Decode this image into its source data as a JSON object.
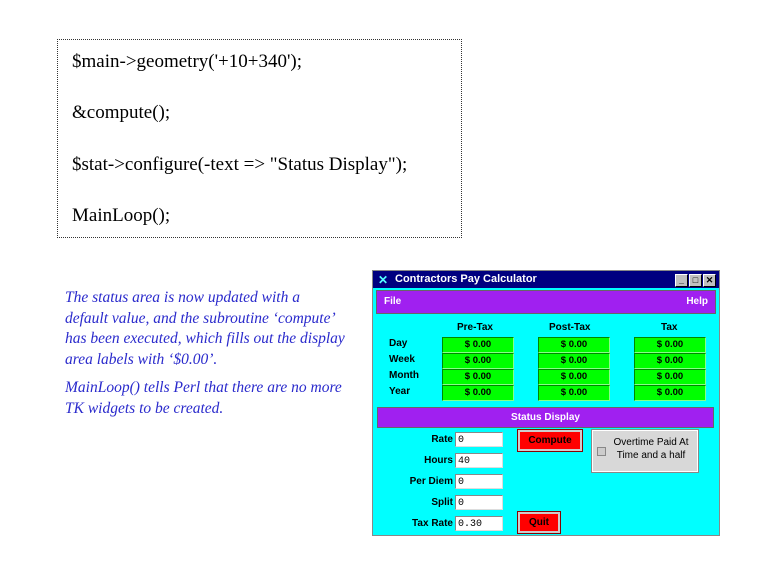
{
  "code_lines": [
    "$main->geometry('+10+340');",
    "&compute();",
    "$stat->configure(-text => \"Status Display\");",
    "MainLoop();"
  ],
  "notes": [
    "The status area is now updated with a default value, and the subroutine ‘compute’ has been executed, which fills out the display area labels with ‘$0.00’.",
    "MainLoop() tells Perl that there are no more TK widgets to be created."
  ],
  "window": {
    "title": "Contractors Pay Calculator",
    "menu": {
      "file": "File",
      "help": "Help"
    },
    "columns": [
      "Pre-Tax",
      "Post-Tax",
      "Tax"
    ],
    "rows": [
      {
        "label": "Day",
        "values": [
          "$ 0.00",
          "$ 0.00",
          "$ 0.00"
        ]
      },
      {
        "label": "Week",
        "values": [
          "$ 0.00",
          "$ 0.00",
          "$ 0.00"
        ]
      },
      {
        "label": "Month",
        "values": [
          "$ 0.00",
          "$ 0.00",
          "$ 0.00"
        ]
      },
      {
        "label": "Year",
        "values": [
          "$ 0.00",
          "$ 0.00",
          "$ 0.00"
        ]
      }
    ],
    "status": "Status Display",
    "fields": [
      {
        "label": "Rate",
        "value": "0"
      },
      {
        "label": "Hours",
        "value": "40"
      },
      {
        "label": "Per Diem",
        "value": "0"
      },
      {
        "label": "Split",
        "value": "0"
      },
      {
        "label": "Tax Rate",
        "value": "0.30"
      }
    ],
    "compute": "Compute",
    "quit": "Quit",
    "overtime": "Overtime Paid At Time and a half"
  }
}
